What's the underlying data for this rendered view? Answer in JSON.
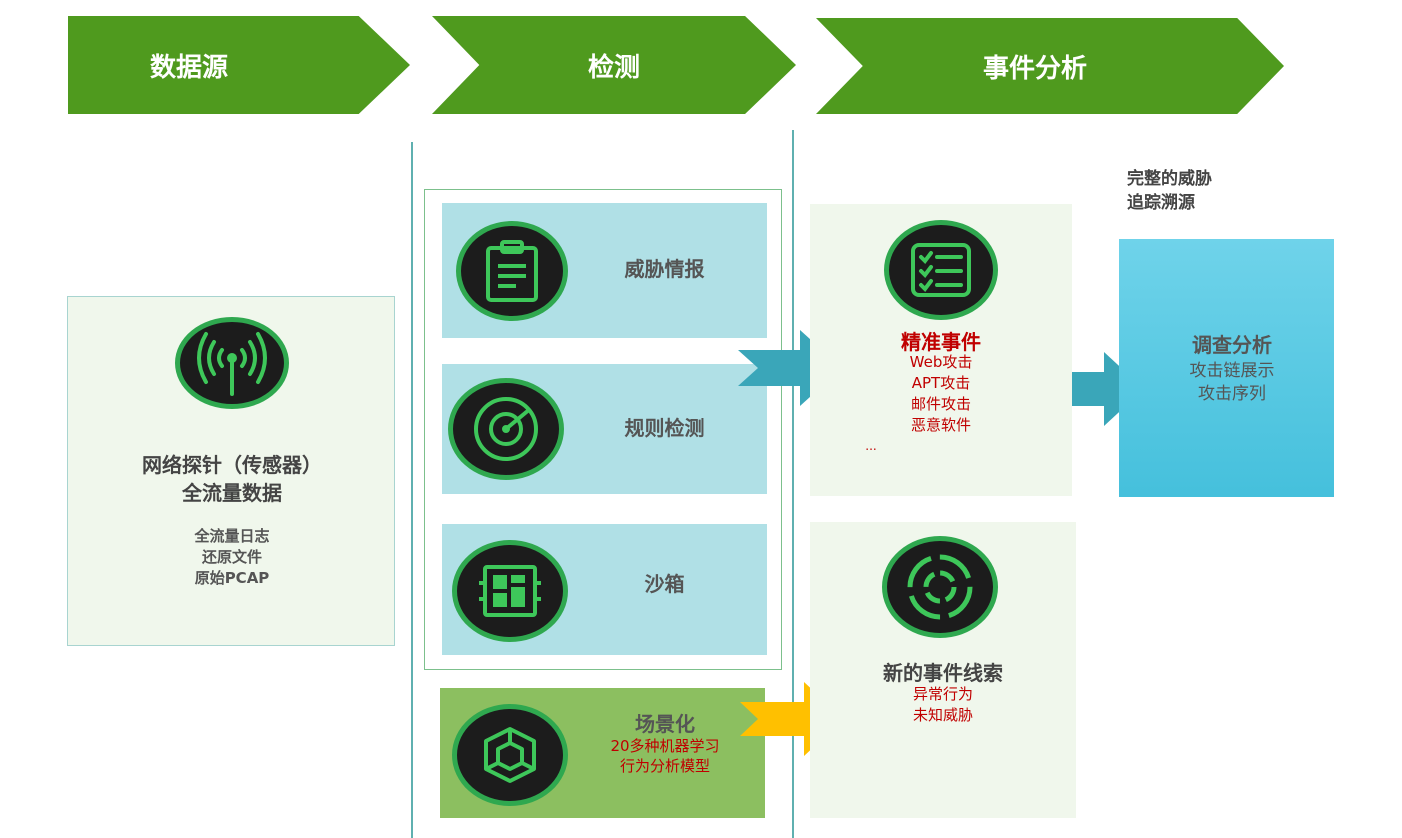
{
  "header": {
    "col1": "数据源",
    "col2": "检测",
    "col3": "事件分析"
  },
  "source": {
    "title_line1": "网络探针（传感器）",
    "title_line2": "全流量数据",
    "items": [
      "全流量日志",
      "还原文件",
      "原始PCAP"
    ]
  },
  "detection": {
    "threat_intel": "威胁情报",
    "rule_detect": "规则检测",
    "sandbox": "沙箱",
    "scenario": {
      "title": "场景化",
      "line1": "20多种机器学习",
      "line2": "行为分析模型"
    }
  },
  "events": {
    "precise": {
      "title": "精准事件",
      "items": [
        "Web攻击",
        "APT攻击",
        "邮件攻击",
        "恶意软件",
        "..."
      ]
    },
    "new_clues": {
      "title": "新的事件线索",
      "items": [
        "异常行为",
        "未知威胁"
      ]
    }
  },
  "investigation": {
    "caption_line1": "完整的威胁",
    "caption_line2": "追踪溯源",
    "title": "调查分析",
    "line1": "攻击链展示",
    "line2": "攻击序列"
  },
  "colors": {
    "header_green": "#4f9a1e",
    "icon_green": "#2fa84f",
    "detect_box": "#b0e0e6",
    "scenario_box": "#8cbf60",
    "arrow_teal": "#3aa6b9",
    "arrow_yellow": "#ffc000",
    "red_text": "#c00000",
    "invest_blue": "#45c0dc"
  }
}
